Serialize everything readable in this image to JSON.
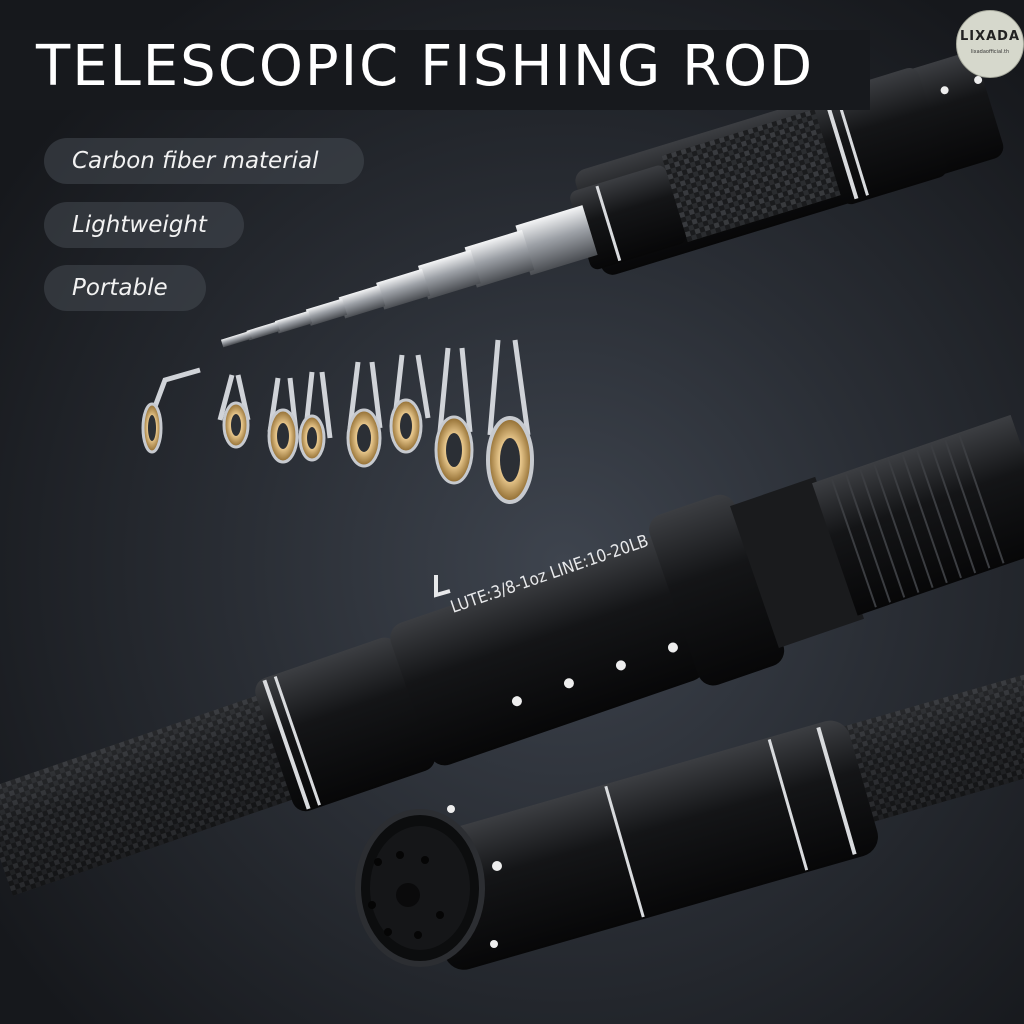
{
  "banner": {
    "title": "TELESCOPIC FISHING ROD"
  },
  "features": [
    {
      "label": "Carbon fiber material"
    },
    {
      "label": "Lightweight"
    },
    {
      "label": "Portable"
    }
  ],
  "brand": {
    "logo": "LIXADA",
    "handle": "lixadaofficial.th"
  },
  "rod": {
    "spec_text": "LUTE:3/8-1oz  LINE:10-20LB"
  },
  "colors": {
    "background": "#2a2e35",
    "rod_black": "#121314",
    "guide_ring": "#c89a52",
    "silver": "#c9ccd1"
  }
}
